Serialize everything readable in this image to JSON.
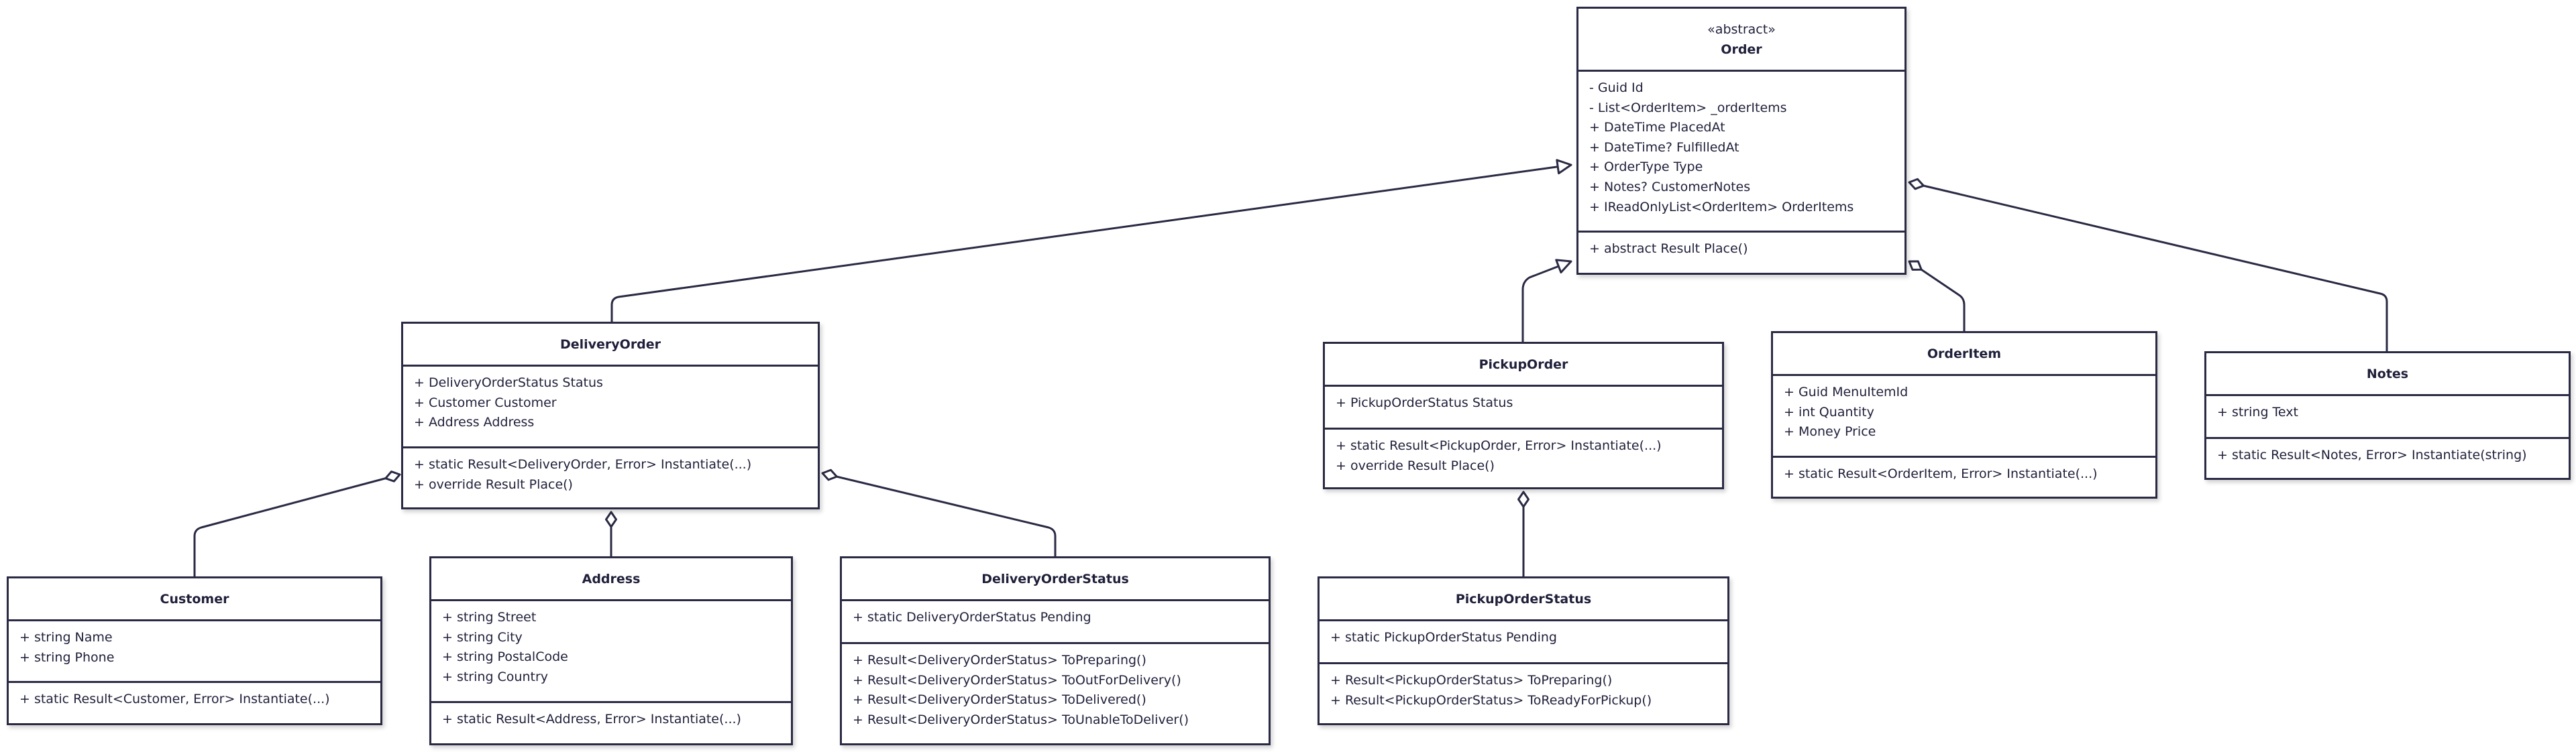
{
  "diagram": {
    "classes": {
      "order": {
        "stereotype": "«abstract»",
        "name": "Order",
        "attributes": [
          "- Guid Id",
          "- List<OrderItem> _orderItems",
          "+ DateTime PlacedAt",
          "+ DateTime? FulfilledAt",
          "+ OrderType Type",
          "+ Notes? CustomerNotes",
          "+ IReadOnlyList<OrderItem> OrderItems"
        ],
        "methods": [
          "+ abstract Result Place()"
        ]
      },
      "delivery_order": {
        "name": "DeliveryOrder",
        "attributes": [
          "+ DeliveryOrderStatus Status",
          "+ Customer Customer",
          "+ Address Address"
        ],
        "methods": [
          "+ static Result<DeliveryOrder, Error> Instantiate(...)",
          "+ override Result Place()"
        ]
      },
      "pickup_order": {
        "name": "PickupOrder",
        "attributes": [
          "+ PickupOrderStatus Status"
        ],
        "methods": [
          "+ static Result<PickupOrder, Error> Instantiate(...)",
          "+ override Result Place()"
        ]
      },
      "order_item": {
        "name": "OrderItem",
        "attributes": [
          "+ Guid MenuItemId",
          "+ int Quantity",
          "+ Money Price"
        ],
        "methods": [
          "+ static Result<OrderItem, Error> Instantiate(...)"
        ]
      },
      "notes": {
        "name": "Notes",
        "attributes": [
          "+ string Text"
        ],
        "methods": [
          "+ static Result<Notes, Error> Instantiate(string)"
        ]
      },
      "customer": {
        "name": "Customer",
        "attributes": [
          "+ string Name",
          "+ string Phone"
        ],
        "methods": [
          "+ static Result<Customer, Error> Instantiate(...)"
        ]
      },
      "address": {
        "name": "Address",
        "attributes": [
          "+ string Street",
          "+ string City",
          "+ string PostalCode",
          "+ string Country"
        ],
        "methods": [
          "+ static Result<Address, Error> Instantiate(...)"
        ]
      },
      "delivery_order_status": {
        "name": "DeliveryOrderStatus",
        "attributes": [
          "+ static DeliveryOrderStatus Pending"
        ],
        "methods": [
          "+ Result<DeliveryOrderStatus> ToPreparing()",
          "+ Result<DeliveryOrderStatus> ToOutForDelivery()",
          "+ Result<DeliveryOrderStatus> ToDelivered()",
          "+ Result<DeliveryOrderStatus> ToUnableToDeliver()"
        ]
      },
      "pickup_order_status": {
        "name": "PickupOrderStatus",
        "attributes": [
          "+ static PickupOrderStatus Pending"
        ],
        "methods": [
          "+ Result<PickupOrderStatus> ToPreparing()",
          "+ Result<PickupOrderStatus> ToReadyForPickup()"
        ]
      }
    },
    "relationships": [
      {
        "from": "delivery_order",
        "to": "order",
        "kind": "inheritance"
      },
      {
        "from": "pickup_order",
        "to": "order",
        "kind": "inheritance"
      },
      {
        "from": "order_item",
        "to": "order",
        "kind": "aggregation"
      },
      {
        "from": "notes",
        "to": "order",
        "kind": "aggregation"
      },
      {
        "from": "customer",
        "to": "delivery_order",
        "kind": "aggregation"
      },
      {
        "from": "address",
        "to": "delivery_order",
        "kind": "aggregation"
      },
      {
        "from": "delivery_order_status",
        "to": "delivery_order",
        "kind": "aggregation"
      },
      {
        "from": "pickup_order_status",
        "to": "pickup_order",
        "kind": "aggregation"
      }
    ],
    "colors": {
      "stroke": "#2a2a44",
      "text": "#1f1f3a",
      "background": "#ffffff"
    }
  }
}
